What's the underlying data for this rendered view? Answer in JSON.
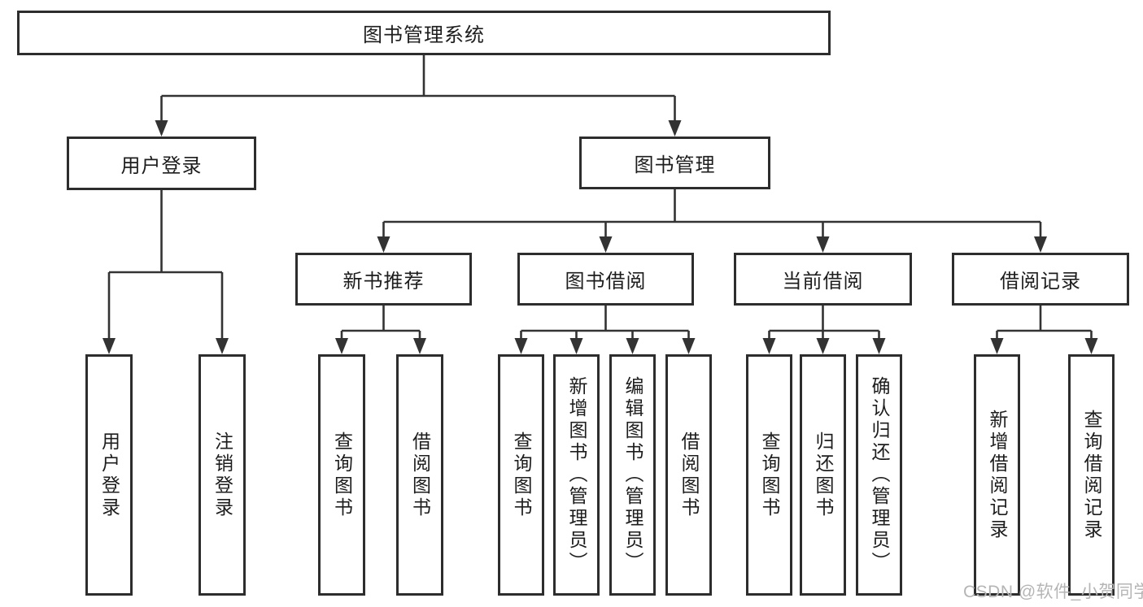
{
  "diagram": {
    "root": "图书管理系统",
    "level2": [
      "用户登录",
      "图书管理"
    ],
    "level3": [
      "新书推荐",
      "图书借阅",
      "当前借阅",
      "借阅记录"
    ],
    "leaves": {
      "user_login": [
        "用户登录",
        "注销登录"
      ],
      "new_book_recommend": [
        "查询图书",
        "借阅图书"
      ],
      "book_borrow": [
        "查询图书",
        "新增图书（管理员）",
        "编辑图书（管理员）",
        "借阅图书"
      ],
      "current_borrow": [
        "查询图书",
        "归还图书",
        "确认归还（管理员）"
      ],
      "borrow_records": [
        "新增借阅记录",
        "查询借阅记录"
      ]
    }
  },
  "watermark": "CSDN @软件_小贺同学",
  "colors": {
    "line": "#333333",
    "box_border": "#2d2d2d",
    "text": "#1d1d1d",
    "watermark": "#b5b5b5",
    "background": "#ffffff"
  }
}
